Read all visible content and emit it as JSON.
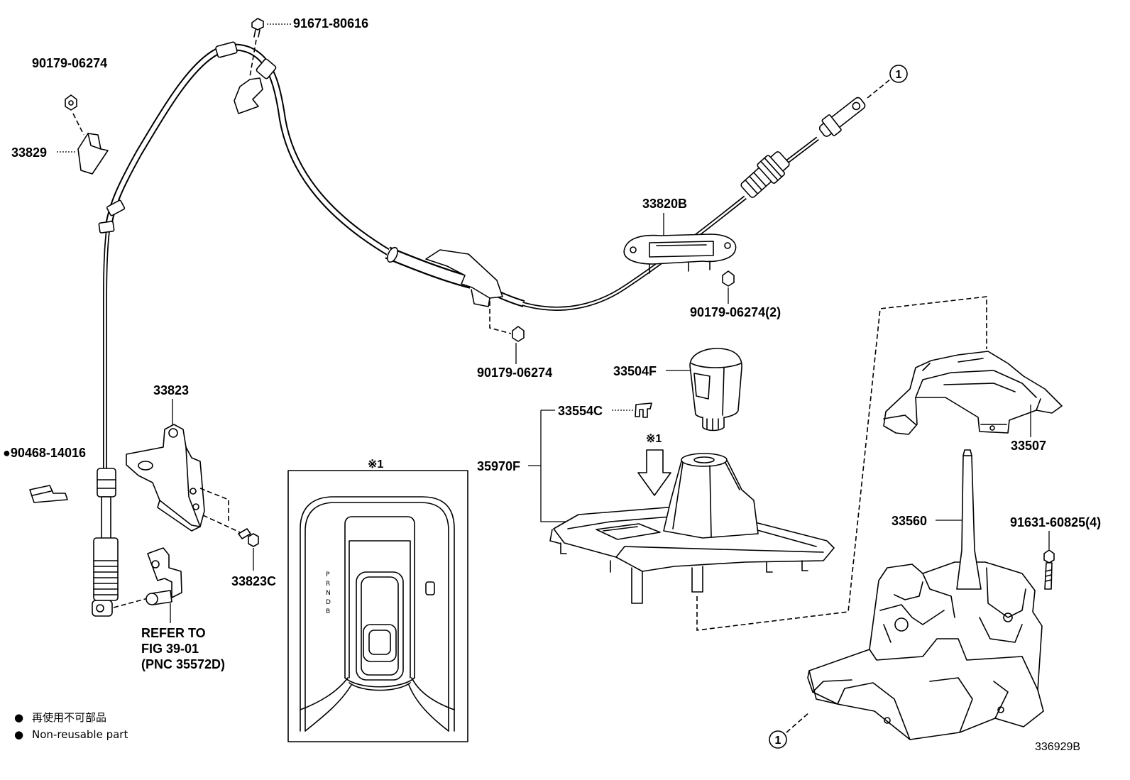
{
  "diagram_id": "336929B",
  "callouts": {
    "bolt_91671": "91671-80616",
    "nut_upper_left": "90179-06274",
    "part_33829": "33829",
    "part_33820b": "33820B",
    "nut_qty2": "90179-06274(2)",
    "nut_center": "90179-06274",
    "part_33504f": "33504F",
    "part_33554c": "33554C",
    "part_35970f": "35970F",
    "part_33507": "33507",
    "part_33560": "33560",
    "bolt_qty4": "91631-60825(4)",
    "part_33823": "33823",
    "part_90468": "●90468-14016",
    "part_33823c": "33823C"
  },
  "reference_note": [
    "REFER TO",
    "FIG 39-01",
    "(PNC 35572D)"
  ],
  "view_marker": "※1",
  "detail_view": {
    "title": "※1",
    "gear_positions": [
      "P",
      "R",
      "N",
      "D",
      "B"
    ]
  },
  "connector_marks": [
    "1",
    "1"
  ],
  "legend": [
    {
      "symbol": "●",
      "text": "再使用不可部品"
    },
    {
      "symbol": "●",
      "text": "Non-reusable part"
    }
  ]
}
